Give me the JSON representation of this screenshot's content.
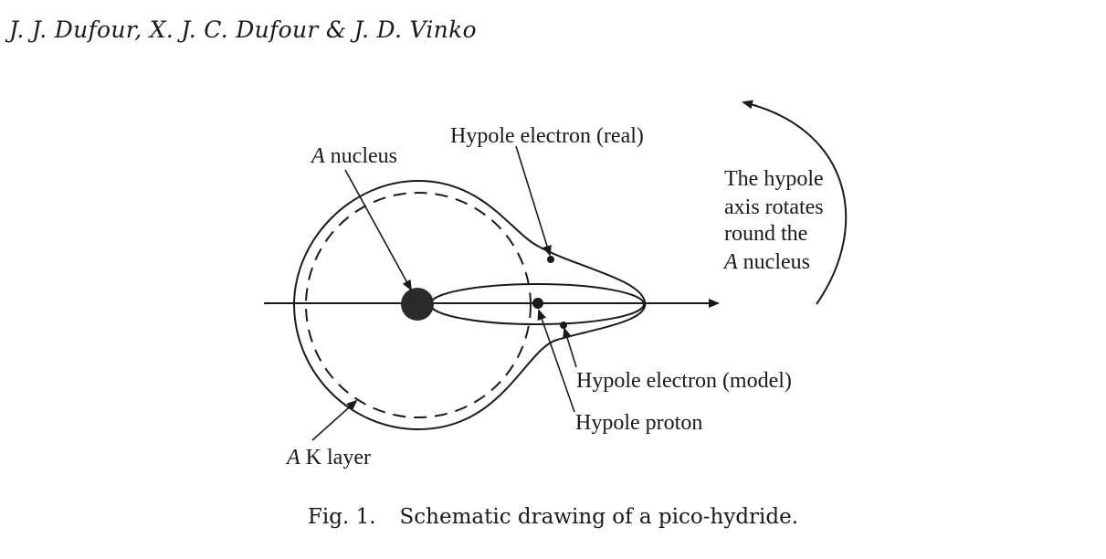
{
  "running_head": "J. J. Dufour, X. J. C. Dufour & J. D. Vinko",
  "figure": {
    "labels": {
      "nucleus_italic": "A",
      "nucleus_rest": " nucleus",
      "hypole_electron_real": "Hypole electron (real)",
      "rotation_line1": "The hypole",
      "rotation_line2": "axis rotates",
      "rotation_line3": "round the",
      "rotation_line4_italic": "A",
      "rotation_line4_rest": " nucleus",
      "hypole_electron_model": "Hypole electron (model)",
      "hypole_proton": "Hypole proton",
      "k_layer_italic": "A",
      "k_layer_rest": " K layer"
    }
  },
  "caption": {
    "number": "Fig. 1.",
    "text": "Schematic drawing of a pico-hydride."
  }
}
